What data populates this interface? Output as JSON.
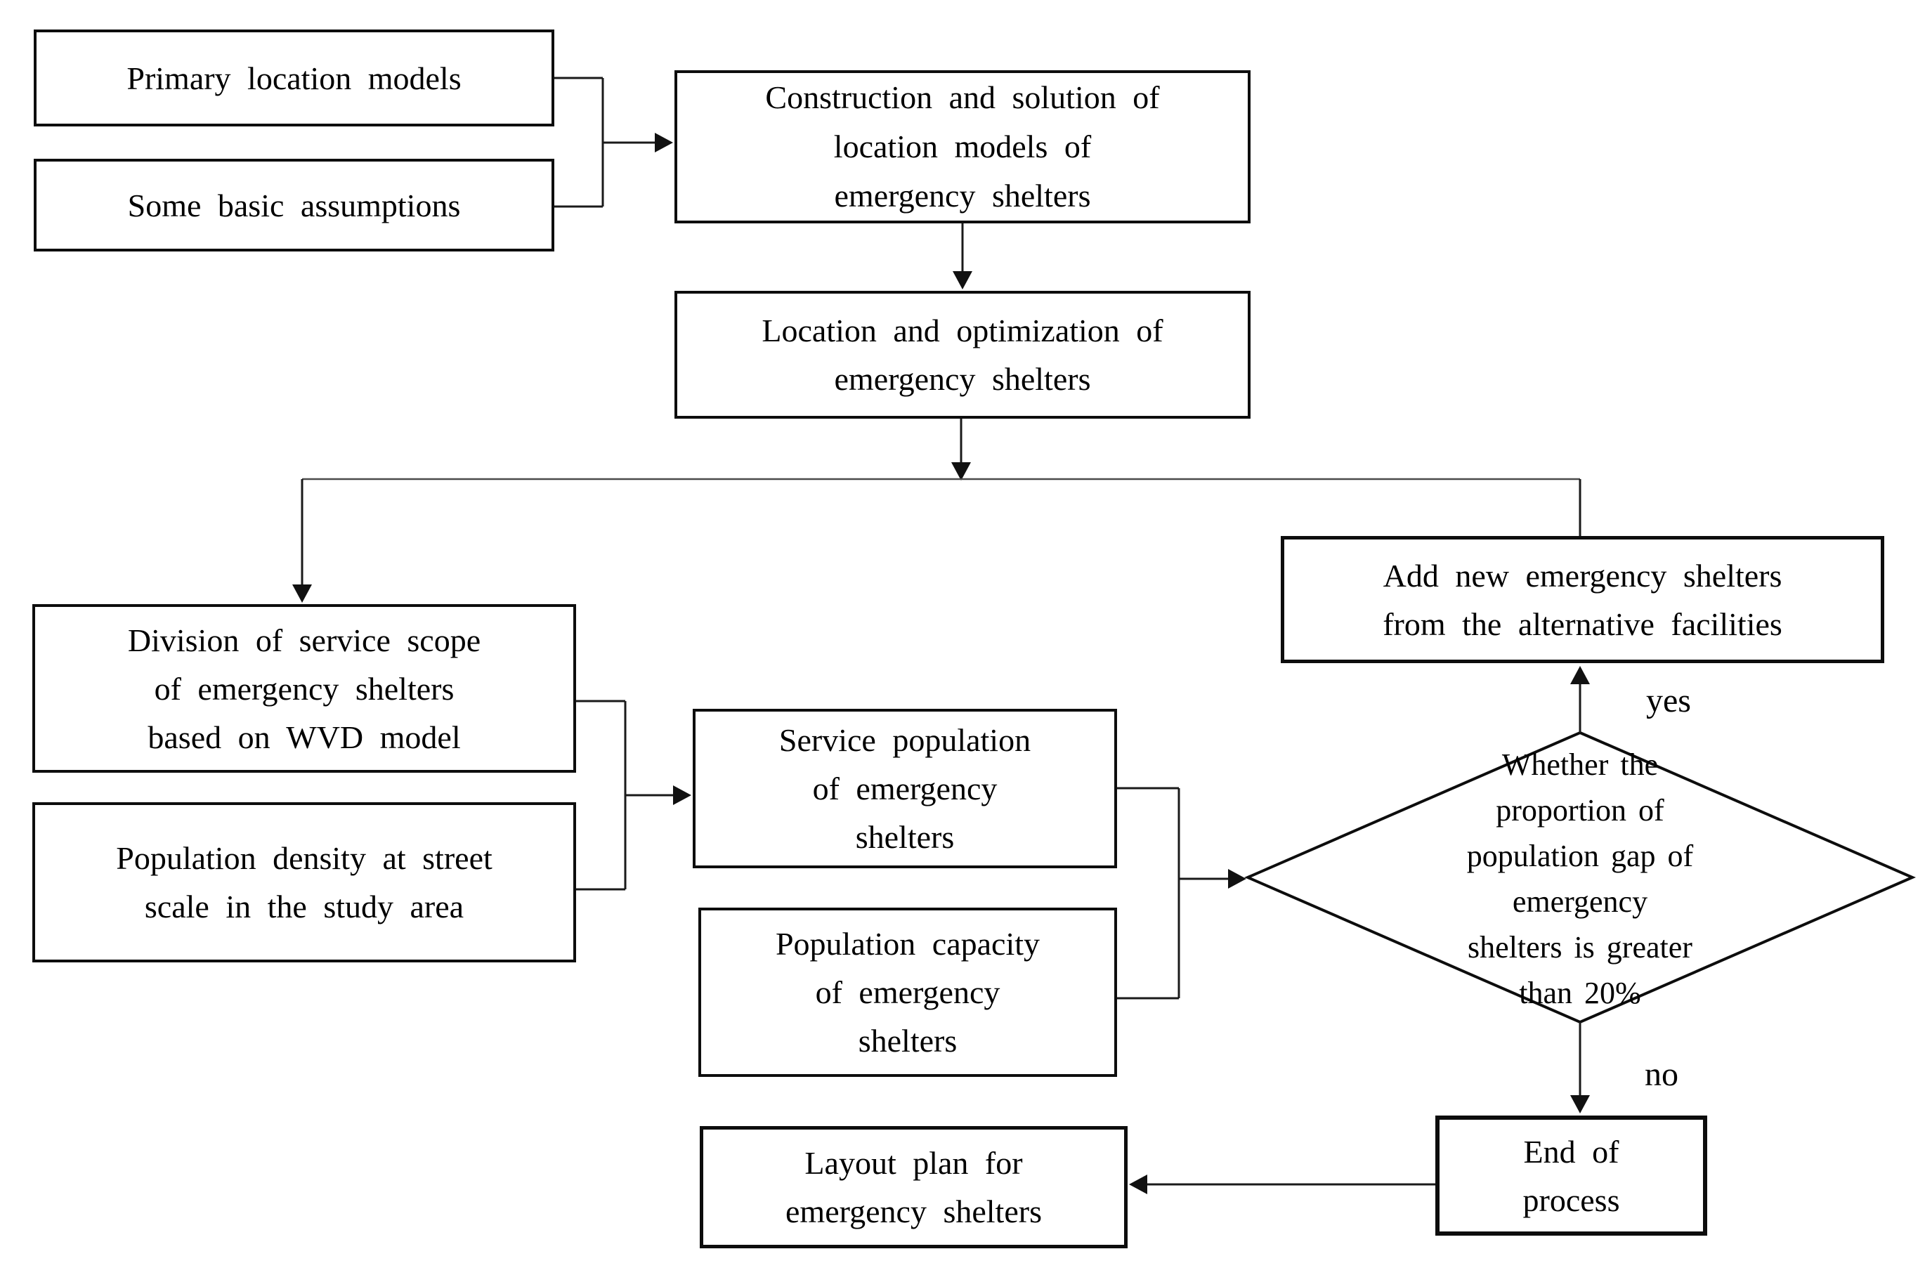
{
  "colors": {
    "background": "#ffffff",
    "text": "#000000",
    "box_border": "#0d0d0d",
    "connector_line": "#1a1a1a",
    "rail_line": "#4a4a4a",
    "arrowhead_fill": "#111111"
  },
  "nodes": {
    "primary_models": {
      "label": "Primary location models"
    },
    "basic_assumptions": {
      "label": "Some basic assumptions"
    },
    "construction_solution": {
      "label": "Construction and solution of\nlocation models of\nemergency shelters"
    },
    "location_optimization": {
      "label": "Location and optimization of\nemergency shelters"
    },
    "service_scope_division": {
      "label": "Division of service scope\nof emergency shelters\nbased on WVD model"
    },
    "population_density": {
      "label": "Population density at street\nscale in the study area"
    },
    "service_population": {
      "label": "Service population\nof emergency\nshelters"
    },
    "population_capacity": {
      "label": "Population capacity\nof emergency\nshelters"
    },
    "add_new_shelters": {
      "label": "Add new emergency shelters\nfrom the alternative facilities"
    },
    "decision_population_gap": {
      "label": "Whether the\nproportion of\npopulation gap of\nemergency\nshelters is greater\nthan 20%"
    },
    "end_process": {
      "label": "End of\nprocess"
    },
    "layout_plan": {
      "label": "Layout plan for\nemergency shelters"
    }
  },
  "edge_labels": {
    "yes": "yes",
    "no": "no"
  }
}
